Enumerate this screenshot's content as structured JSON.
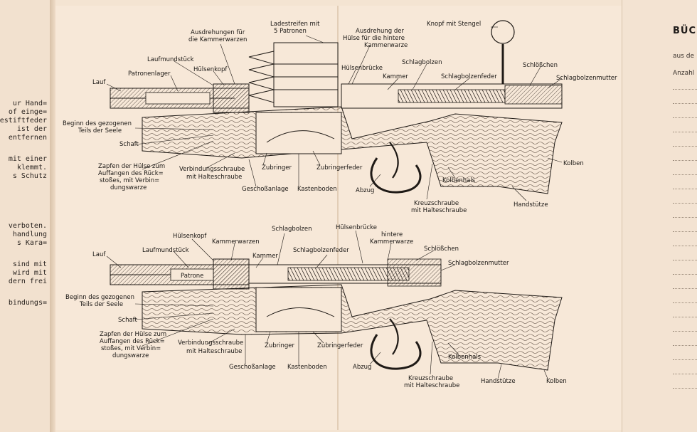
{
  "left_panel": {
    "lines": [
      "ur Hand=",
      "of einge=",
      "estiftfeder",
      "ist der",
      "entfernen",
      "mit einer",
      "klemmt.",
      "s Schutz",
      "verboten.",
      "handlung",
      "s Kara=",
      "sind mit",
      "wird mit",
      "dern frei",
      "bindungs="
    ]
  },
  "right_panel": {
    "title": "BÜCH",
    "line1": "aus de",
    "line2": "Anzahl"
  },
  "diagram_top": {
    "ladestreifen": "Ladestreifen mit",
    "ladestreifen2": "5 Patronen",
    "ausdrehungen": "Ausdrehungen für",
    "ausdrehungen2": "die Kammerwarzen",
    "ausdrehung_huelse": "Ausdrehung der",
    "ausdrehung_huelse2": "Hülse für die hintere",
    "ausdrehung_huelse3": "Kammerwarze",
    "knopf": "Knopf mit Stengel",
    "laufmundstueck": "Laufmundstück",
    "huelsenkopf": "Hülsenkopf",
    "patronenlager": "Patronenlager",
    "lauf": "Lauf",
    "huelsenbruecke": "Hülsenbrücke",
    "schlagbolzen": "Schlagbolzen",
    "kammer": "Kammer",
    "schlagbolzenfeder": "Schlagbolzenfeder",
    "schloesschen": "Schlößchen",
    "schlagbolzenmutter": "Schlagbolzenmutter",
    "beginn": "Beginn des gezogenen",
    "beginn2": "Teils der Seele",
    "schaft": "Schaft",
    "zapfen": "Zapfen der Hülse zum",
    "zapfen2": "Auffangen des Rück=",
    "zapfen3": "stoßes, mit Verbin=",
    "zapfen4": "dungswarze",
    "verbindungsschraube": "Verbindungsschraube",
    "verbindungsschraube2": "mit Halteschraube",
    "zubringer": "Zubringer",
    "zubringerfeder": "Zubringerfeder",
    "geschossanlage": "Geschoßanlage",
    "kastenboden": "Kastenboden",
    "abzug": "Abzug",
    "kolbenhals": "Kolbenhals",
    "kreuzschraube": "Kreuzschraube",
    "kreuzschraube2": "mit Halteschraube",
    "handstuetze": "Handstütze",
    "kolben": "Kolben"
  },
  "diagram_bottom": {
    "schlagbolzen": "Schlagbolzen",
    "huelsenbruecke": "Hülsenbrücke",
    "hintere": "hintere",
    "hintere2": "Kammerwarze",
    "huelsenkopf": "Hülsenkopf",
    "kammerwarzen": "Kammerwarzen",
    "schlagbolzenfeder": "Schlagbolzenfeder",
    "schloesschen": "Schlößchen",
    "laufmundstueck": "Laufmundstück",
    "kammer": "Kammer",
    "lauf": "Lauf",
    "patrone": "Patrone",
    "schlagbolzenmutter": "Schlagbolzenmutter",
    "beginn": "Beginn des gezogenen",
    "beginn2": "Teils der Seele",
    "schaft": "Schaft",
    "zapfen": "Zapfen der Hülse zum",
    "zapfen2": "Auffangen des Rück=",
    "zapfen3": "stoßes, mit Verbin=",
    "zapfen4": "dungswarze",
    "verbindungsschraube": "Verbindungsschraube",
    "verbindungsschraube2": "mit Halteschraube",
    "zubringer": "Zubringer",
    "zubringerfeder": "Zubringerfeder",
    "geschossanlage": "Geschoßanlage",
    "kastenboden": "Kastenboden",
    "abzug": "Abzug",
    "kolbenhals": "Kolbenhals",
    "kreuzschraube": "Kreuzschraube",
    "kreuzschraube2": "mit Halteschraube",
    "handstuetze": "Handstütze",
    "kolben": "Kolben"
  }
}
